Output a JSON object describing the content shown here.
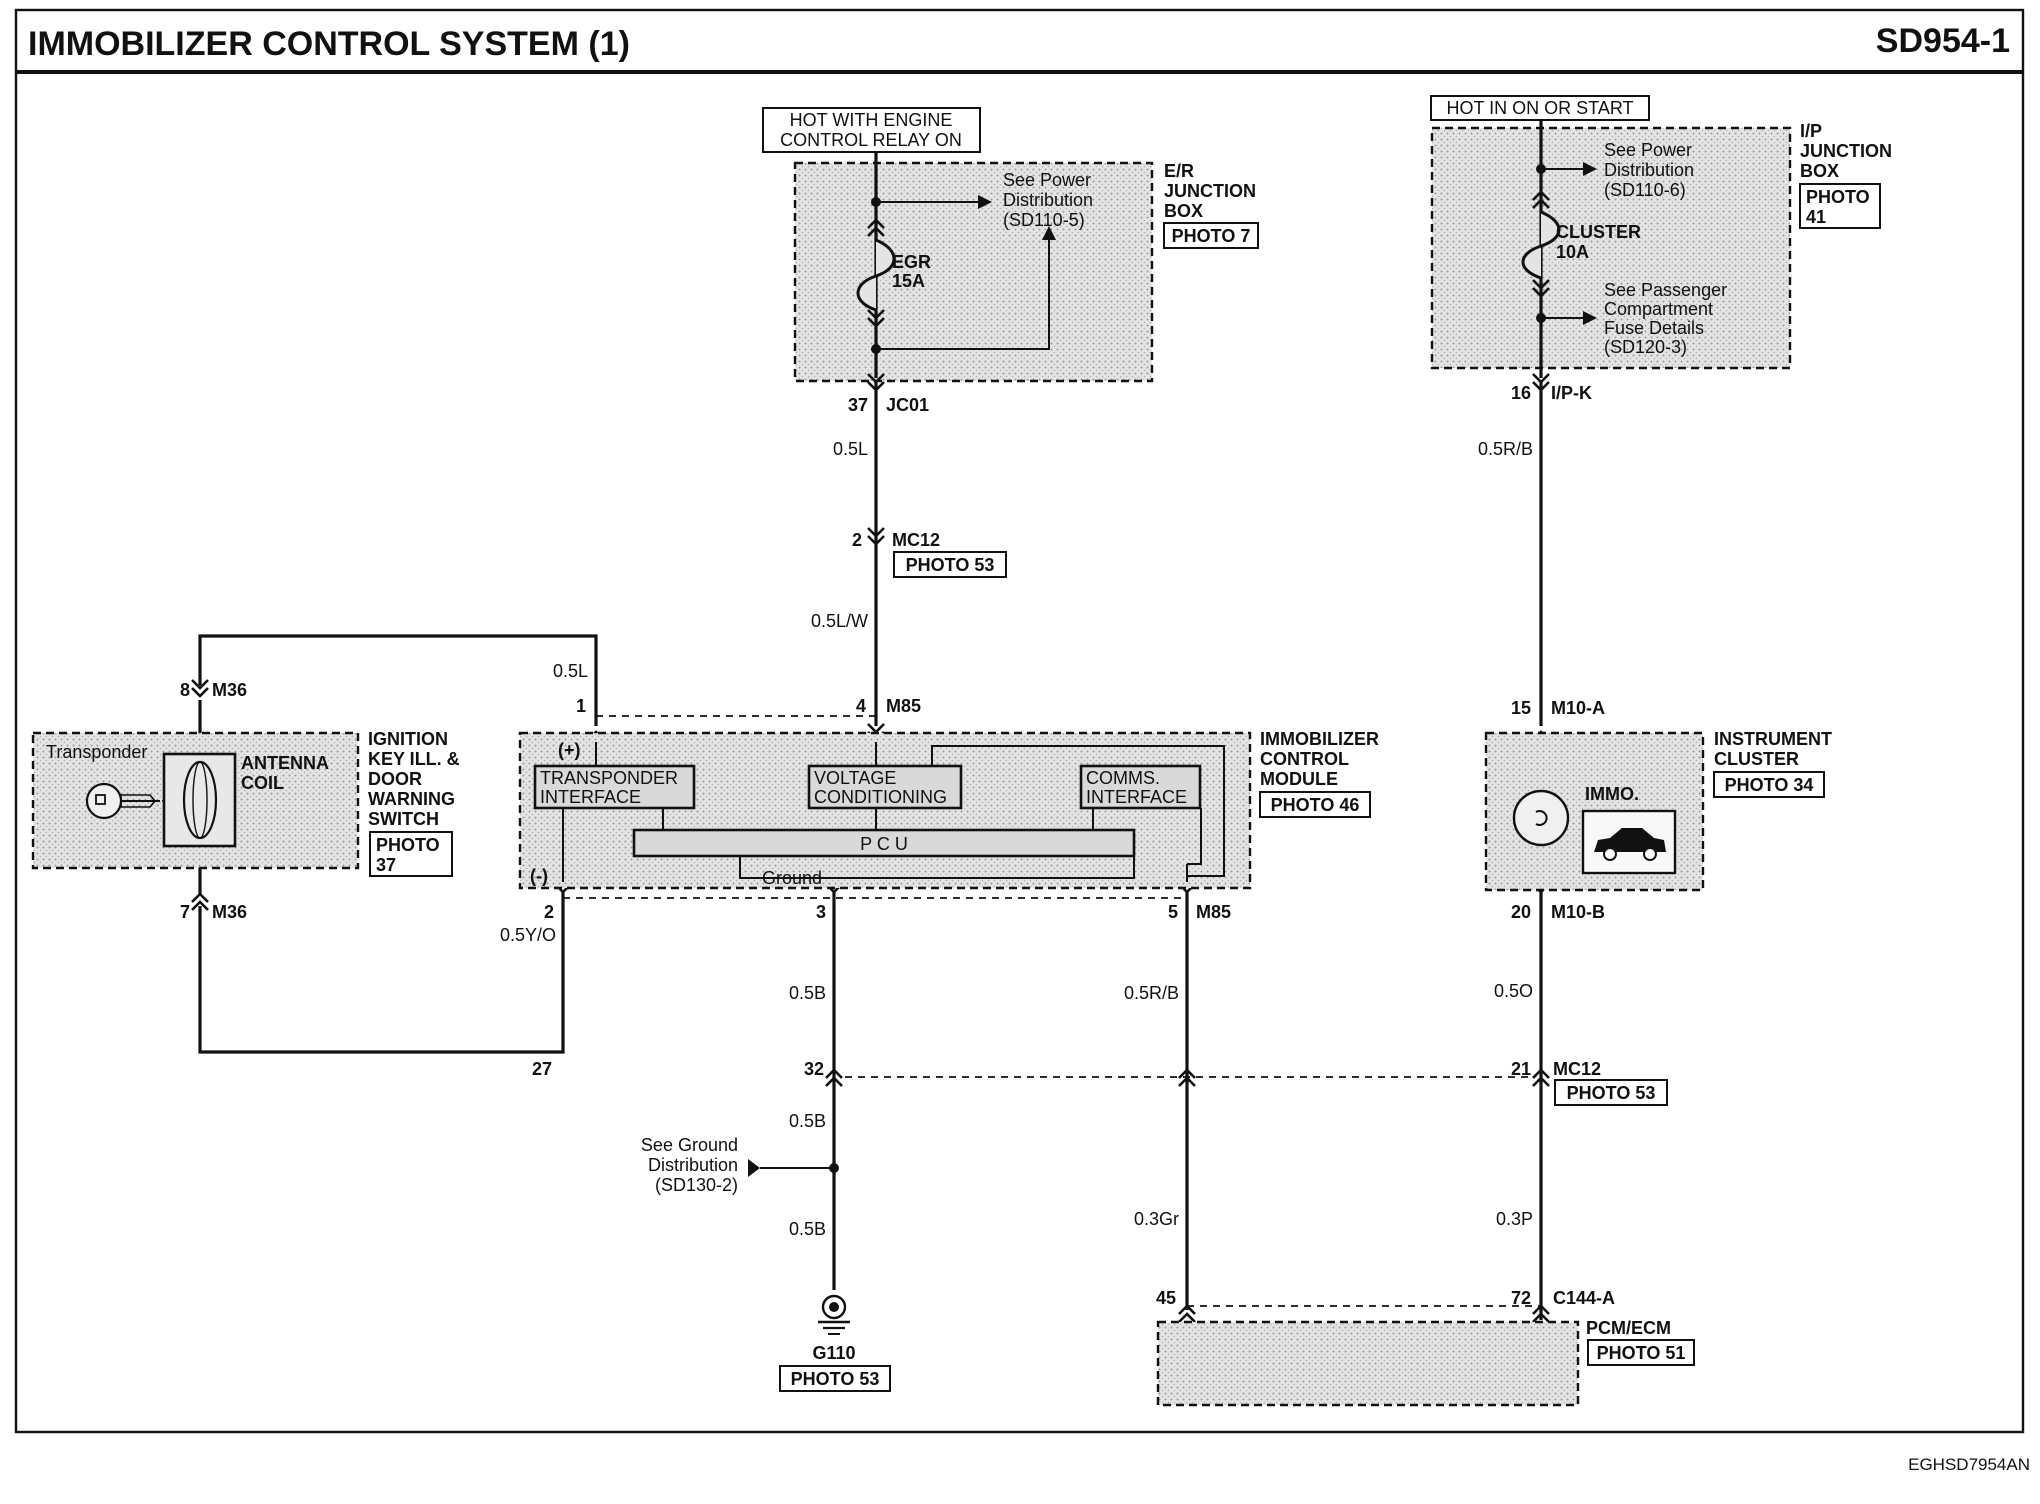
{
  "title": "IMMOBILIZER CONTROL SYSTEM (1)",
  "page_code": "SD954-1",
  "footer_code": "EGHSD7954AN",
  "power_left": {
    "hot_label_1": "HOT WITH ENGINE",
    "hot_label_2": "CONTROL RELAY ON",
    "see_1": "See Power",
    "see_2": "Distribution",
    "see_3": "(SD110-5)",
    "fuse_name": "EGR",
    "fuse_rating": "15A",
    "box_1": "E/R",
    "box_2": "JUNCTION",
    "box_3": "BOX",
    "photo": "PHOTO 7"
  },
  "power_right": {
    "hot_label": "HOT IN ON OR START",
    "see_1": "See Power",
    "see_2": "Distribution",
    "see_3": "(SD110-6)",
    "fuse_name": "CLUSTER",
    "fuse_rating": "10A",
    "see2_1": "See Passenger",
    "see2_2": "Compartment",
    "see2_3": "Fuse Details",
    "see2_4": "(SD120-3)",
    "box_1": "I/P",
    "box_2": "JUNCTION",
    "box_3": "BOX",
    "photo_1": "PHOTO",
    "photo_2": "41"
  },
  "connectors": {
    "jc01_pin": "37",
    "jc01": "JC01",
    "ipk_pin": "16",
    "ipk": "I/P-K",
    "mc12_pin_top": "2",
    "mc12_top": "MC12",
    "mc12_top_photo": "PHOTO 53",
    "m85_pin4": "4",
    "m85_top": "M85",
    "m85_pin1": "1",
    "m36_pin8": "8",
    "m36_top": "M36",
    "m36_pin7": "7",
    "m36_bottom": "M36",
    "m85_pin2": "2",
    "m85_pin3": "3",
    "m85_pin5": "5",
    "m85_bottom": "M85",
    "m10a_pin": "15",
    "m10a": "M10-A",
    "m10b_pin": "20",
    "m10b": "M10-B",
    "mc12_pin27": "27",
    "mc12_pin32": "32",
    "mc12_pin21": "21",
    "mc12_bottom": "MC12",
    "mc12_bottom_photo": "PHOTO 53",
    "c144_pin45": "45",
    "c144_pin72": "72",
    "c144": "C144-A"
  },
  "wires": {
    "w_05l_top": "0.5L",
    "w_05lw": "0.5L/W",
    "w_05l_loop": "0.5L",
    "w_05yo": "0.5Y/O",
    "w_05b_1": "0.5B",
    "w_05b_2": "0.5B",
    "w_05b_3": "0.5B",
    "w_05rb_mid": "0.5R/B",
    "w_03gr": "0.3Gr",
    "w_05rb_right": "0.5R/B",
    "w_05o": "0.5O",
    "w_03p": "0.3P"
  },
  "ignition": {
    "transponder": "Transponder",
    "coil_1": "ANTENNA",
    "coil_2": "COIL",
    "name_1": "IGNITION",
    "name_2": "KEY ILL. &",
    "name_3": "DOOR",
    "name_4": "WARNING",
    "name_5": "SWITCH",
    "photo_1": "PHOTO",
    "photo_2": "37"
  },
  "icm": {
    "plus": "(+)",
    "minus": "(-)",
    "transponder_1": "TRANSPONDER",
    "transponder_2": "INTERFACE",
    "voltage_1": "VOLTAGE",
    "voltage_2": "CONDITIONING",
    "comms_1": "COMMS.",
    "comms_2": "INTERFACE",
    "pcu": "P C U",
    "ground": "Ground",
    "name_1": "IMMOBILIZER",
    "name_2": "CONTROL",
    "name_3": "MODULE",
    "photo": "PHOTO 46"
  },
  "cluster": {
    "immo": "IMMO.",
    "name_1": "INSTRUMENT",
    "name_2": "CLUSTER",
    "photo": "PHOTO 34"
  },
  "ground": {
    "see_1": "See Ground",
    "see_2": "Distribution",
    "see_3": "(SD130-2)",
    "name": "G110",
    "photo": "PHOTO 53"
  },
  "pcm": {
    "name": "PCM/ECM",
    "photo": "PHOTO 51"
  }
}
